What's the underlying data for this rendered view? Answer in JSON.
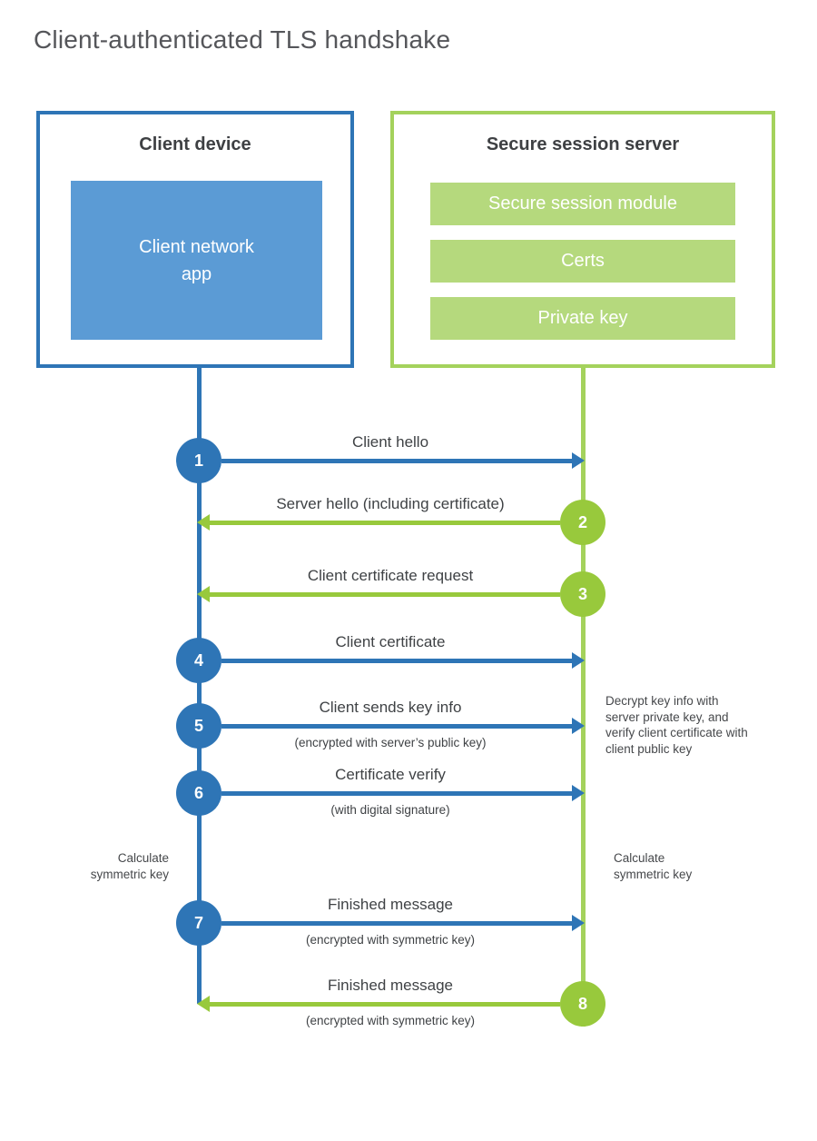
{
  "title": "Client-authenticated TLS handshake",
  "client": {
    "title": "Client device",
    "app_lines": [
      "Client network",
      "app"
    ]
  },
  "server": {
    "title": "Secure session server",
    "modules": [
      "Secure session module",
      "Certs",
      "Private key"
    ]
  },
  "messages": [
    {
      "num": "1",
      "from": "client",
      "to": "server",
      "label": "Client hello",
      "sub": ""
    },
    {
      "num": "2",
      "from": "server",
      "to": "client",
      "label": "Server hello (including certificate)",
      "sub": ""
    },
    {
      "num": "3",
      "from": "server",
      "to": "client",
      "label": "Client certificate request",
      "sub": ""
    },
    {
      "num": "4",
      "from": "client",
      "to": "server",
      "label": "Client certificate",
      "sub": ""
    },
    {
      "num": "5",
      "from": "client",
      "to": "server",
      "label": "Client sends key info",
      "sub": "(encrypted with server’s public key)"
    },
    {
      "num": "6",
      "from": "client",
      "to": "server",
      "label": "Certificate verify",
      "sub": "(with digital signature)"
    },
    {
      "num": "7",
      "from": "client",
      "to": "server",
      "label": "Finished message",
      "sub": "(encrypted with symmetric key)"
    },
    {
      "num": "8",
      "from": "server",
      "to": "client",
      "label": "Finished message",
      "sub": "(encrypted with symmetric key)"
    }
  ],
  "notes": {
    "decrypt": "Decrypt key info with server private key, and verify client certificate with client public key",
    "calc_left": "Calculate symmetric key",
    "calc_right": "Calculate symmetric key"
  },
  "colors": {
    "client_primary": "#2e75b6",
    "client_fill": "#5b9bd5",
    "server_primary": "#98c93c",
    "server_line": "#a4d25c",
    "server_fill": "#b5d97d",
    "text_dark": "#3f4245",
    "title_gray": "#55565a"
  }
}
